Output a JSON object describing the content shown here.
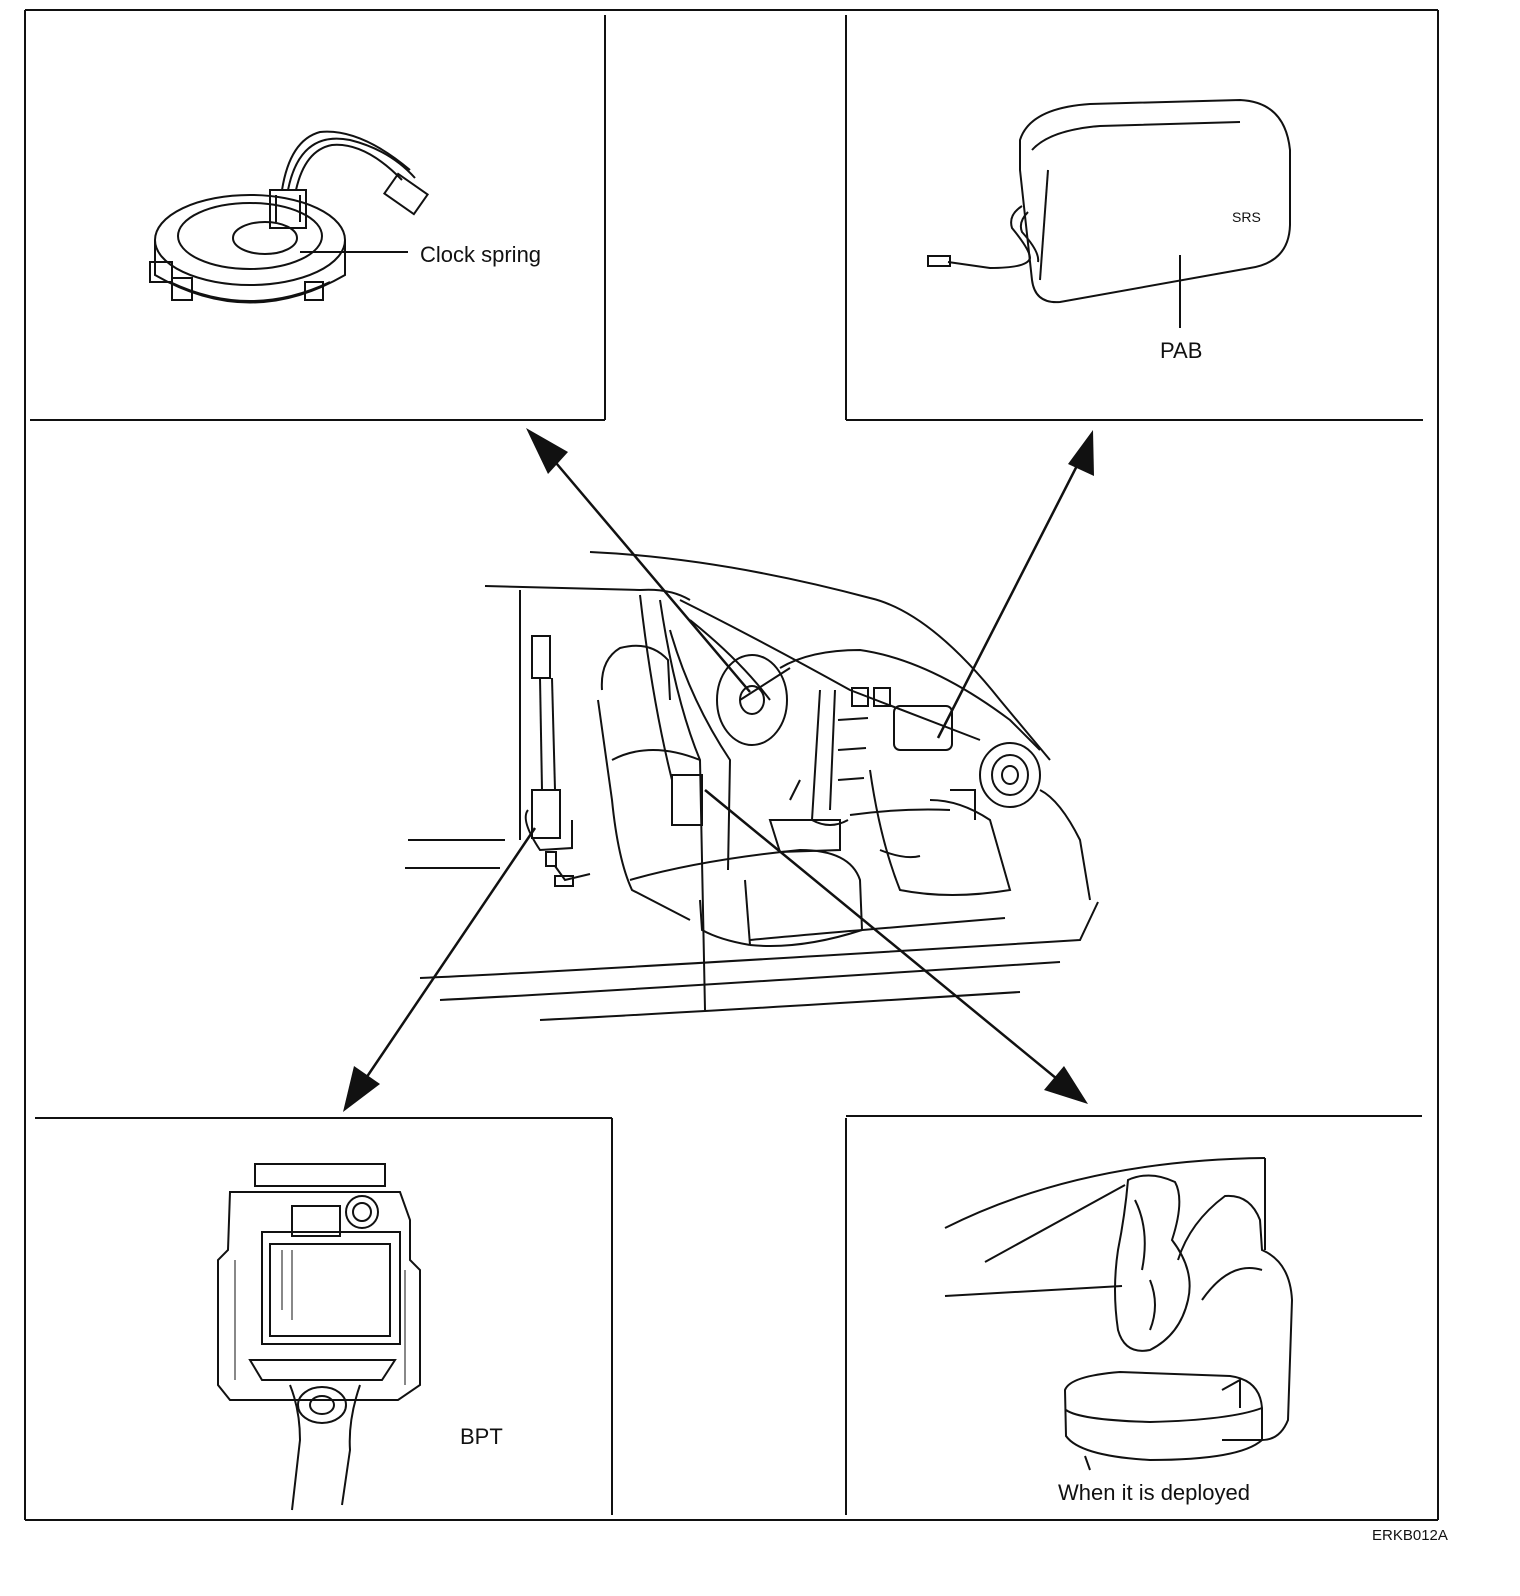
{
  "labels": {
    "clock_spring": "Clock spring",
    "pab": "PAB",
    "bpt": "BPT",
    "deployed": "When it is deployed",
    "figure_code": "ERKB012A"
  }
}
